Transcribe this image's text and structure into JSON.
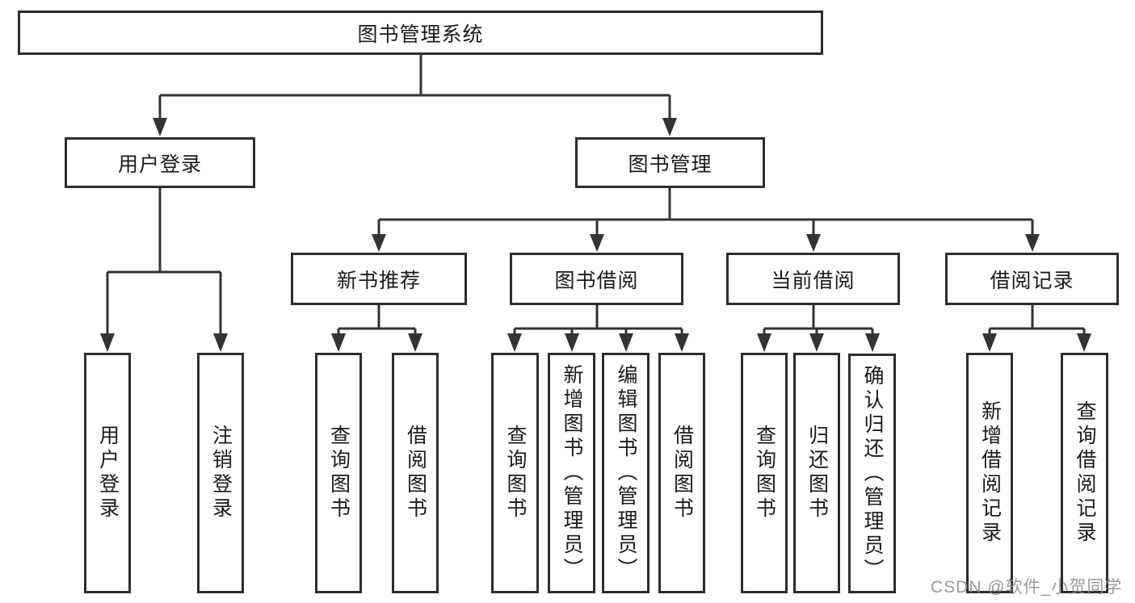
{
  "diagram": {
    "root": {
      "label": "图书管理系统"
    },
    "level2": [
      {
        "label": "用户登录",
        "children": [
          {
            "label": "用户登录"
          },
          {
            "label": "注销登录"
          }
        ]
      },
      {
        "label": "图书管理",
        "children": [
          {
            "label": "新书推荐",
            "children": [
              {
                "label": "查询图书"
              },
              {
                "label": "借阅图书"
              }
            ]
          },
          {
            "label": "图书借阅",
            "children": [
              {
                "label": "查询图书"
              },
              {
                "label": "新增图书（管理员）"
              },
              {
                "label": "编辑图书（管理员）"
              },
              {
                "label": "借阅图书"
              }
            ]
          },
          {
            "label": "当前借阅",
            "children": [
              {
                "label": "查询图书"
              },
              {
                "label": "归还图书"
              },
              {
                "label": "确认归还（管理员）"
              }
            ]
          },
          {
            "label": "借阅记录",
            "children": [
              {
                "label": "新增借阅记录"
              },
              {
                "label": "查询借阅记录"
              }
            ]
          }
        ]
      }
    ]
  },
  "watermark": {
    "text": "CSDN @软件_小贺同学"
  },
  "colors": {
    "line": "#333333",
    "box_border": "#2d2d2d",
    "text": "#1a1a1a",
    "watermark": "#8c8c8c",
    "background": "#ffffff"
  }
}
